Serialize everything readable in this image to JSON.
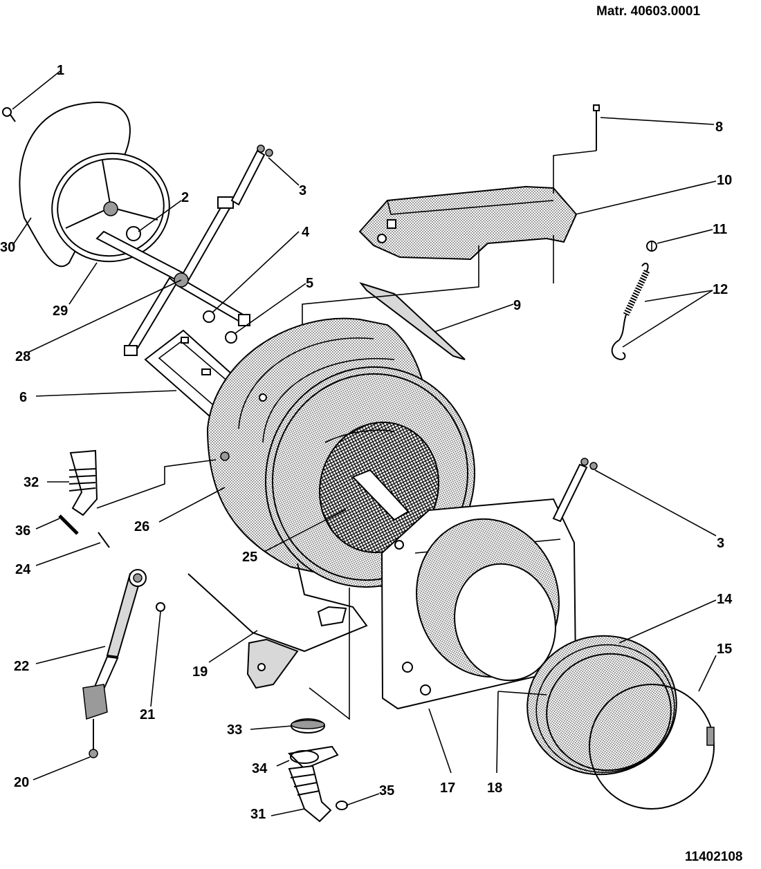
{
  "header": {
    "matr": "Matr. 40603.0001"
  },
  "footer": {
    "doc_code": "11402108"
  },
  "labels": [
    {
      "id": "l1",
      "text": "1"
    },
    {
      "id": "l2",
      "text": "2"
    },
    {
      "id": "l3a",
      "text": "3"
    },
    {
      "id": "l4",
      "text": "4"
    },
    {
      "id": "l5",
      "text": "5"
    },
    {
      "id": "l6",
      "text": "6"
    },
    {
      "id": "l8",
      "text": "8"
    },
    {
      "id": "l9",
      "text": "9"
    },
    {
      "id": "l10",
      "text": "10"
    },
    {
      "id": "l11",
      "text": "11"
    },
    {
      "id": "l12",
      "text": "12"
    },
    {
      "id": "l3b",
      "text": "3"
    },
    {
      "id": "l14",
      "text": "14"
    },
    {
      "id": "l15",
      "text": "15"
    },
    {
      "id": "l17",
      "text": "17"
    },
    {
      "id": "l18",
      "text": "18"
    },
    {
      "id": "l19",
      "text": "19"
    },
    {
      "id": "l20",
      "text": "20"
    },
    {
      "id": "l21",
      "text": "21"
    },
    {
      "id": "l22",
      "text": "22"
    },
    {
      "id": "l24",
      "text": "24"
    },
    {
      "id": "l25",
      "text": "25"
    },
    {
      "id": "l26",
      "text": "26"
    },
    {
      "id": "l28",
      "text": "28"
    },
    {
      "id": "l29",
      "text": "29"
    },
    {
      "id": "l30",
      "text": "30"
    },
    {
      "id": "l31",
      "text": "31"
    },
    {
      "id": "l32",
      "text": "32"
    },
    {
      "id": "l33",
      "text": "33"
    },
    {
      "id": "l34",
      "text": "34"
    },
    {
      "id": "l35",
      "text": "35"
    },
    {
      "id": "l36",
      "text": "36"
    }
  ]
}
